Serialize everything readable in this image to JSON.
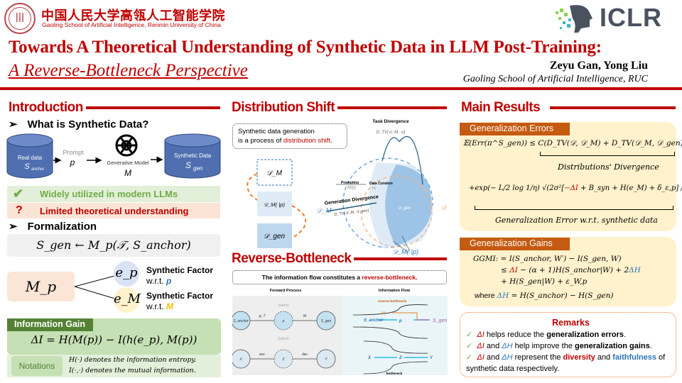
{
  "header": {
    "university_cn": "中国人民大学高瓴人工智能学院",
    "university_en": "Gaoling School of Artificial Intelligence, Renmin University of China",
    "conference_logo": "ICLR",
    "title_line1": "Towards A Theoretical Understanding of Synthetic Data in LLM Post-Training:",
    "title_line2": "A Reverse-Bottleneck Perspective",
    "authors": "Zeyu Gan, Yong Liu",
    "affiliation": "Gaoling School of Artificial Intelligence, RUC",
    "accent": "#c00000"
  },
  "intro": {
    "title": "Introduction",
    "q1": "What is Synthetic Data?",
    "real_data": "Real data",
    "real_sym": "S",
    "real_sub": "anchor",
    "prompt": "Prompt",
    "prompt_sym": "p",
    "model": "Generative Model",
    "model_sym": "M",
    "synthetic": "Synthetic Data",
    "syn_sym": "S",
    "syn_sub": "gen",
    "pro": "Widely utilized in modern LLMs",
    "con": "Limited theoretical understanding",
    "q2": "Formalization",
    "formula": "S_gen ← M_p(𝒯, S_anchor)",
    "mp": "M_p",
    "ep": "e_p",
    "em": "e_M",
    "factor_label": "Synthetic Factor",
    "wrt": "w.r.t.",
    "wrt_p": "p",
    "wrt_m": "M",
    "info_gain_title": "Information Gain",
    "info_gain_formula": "ΔI = H(M(p)) − I(h(e_p), M(p))",
    "notations_label": "Notations",
    "notation1": "H(·) denotes the information entropy.",
    "notation2": "I(·,·) denotes the mutual information."
  },
  "dist": {
    "title": "Distribution Shift",
    "box_line1": "Synthetic data generation",
    "box_line2a": "is a process of ",
    "box_line2b": "distribution shift",
    "box_line2c": ".",
    "dm": "𝒟_M",
    "dmp": "𝒟_M(·|p)",
    "dgen": "𝒟_gen",
    "task_div": "Task Divergence",
    "task_div_f": "D_TV(𝒟_M, 𝒟)",
    "data_curation": "Data Curation",
    "prompting": "Prompting",
    "prompting_f": "M(p)",
    "eps": "+ε",
    "gen_div": "Generation Divergence",
    "gen_div_f": "D_TV(𝒟_M, 𝒟_gen)",
    "d": "𝒟"
  },
  "rb": {
    "title": "Reverse-Bottleneck",
    "box_a": "The information flow constitutes a ",
    "box_b": "reverse-bottleneck",
    "box_c": ".",
    "forward": "Forward Process",
    "flow": "Information Flow",
    "latent": "(latent)",
    "n_sanchor": "S_anchor",
    "n_p": "p",
    "n_sgen": "S_gen",
    "n_x": "X",
    "n_z": "Z",
    "n_y": "Y",
    "e_phi": "φ_T",
    "e_m": "M",
    "e_enc": "enc",
    "e_dec": "dec",
    "rb_label": "reverse-bottleneck",
    "b_label": "bottleneck"
  },
  "results": {
    "title": "Main Results",
    "err_title": "Generalization Errors",
    "err_line1": "𝔼(Err(π^S_gen)) ≤ C(D_TV(𝒟, 𝒟_M) + D_TV(𝒟_M, 𝒟_gen))",
    "err_brace1": "Distributions' Divergence",
    "err_line2a": "+exp(− L/2 log 1/η) √(2σ²[",
    "err_line2b": "−ΔI",
    "err_line2c": " + B_syn + H(e_M) + δ_ε,p] / n)",
    "err_brace2": "Generalization Error w.r.t. synthetic data",
    "gain_title": "Generalization Gains",
    "gain_l1": "GGMI: = I(S_anchor, W′) − I(S_gen, W)",
    "gain_l2a": "≤ ",
    "gain_l2b": "ΔI",
    "gain_l2c": " − (α + 1)H(S_anchor|W) + 2",
    "gain_l2d": "ΔH",
    "gain_l3": "+ H(S_gen|W) + ε_W,p",
    "gain_l4a": "where ",
    "gain_l4b": "ΔH",
    "gain_l4c": " = H(S_anchor) − H(S_gen)",
    "remarks_title": "Remarks",
    "r1": [
      "ΔI",
      " helps reduce the ",
      "generalization errors",
      "."
    ],
    "r2": [
      "ΔI",
      " and ",
      "ΔH",
      " help improve the ",
      "generalization gains",
      "."
    ],
    "r3": [
      "ΔI",
      " and ",
      "ΔH",
      " represent the ",
      "diversity",
      " and ",
      "faithfulness",
      " of synthetic data respectively."
    ]
  }
}
